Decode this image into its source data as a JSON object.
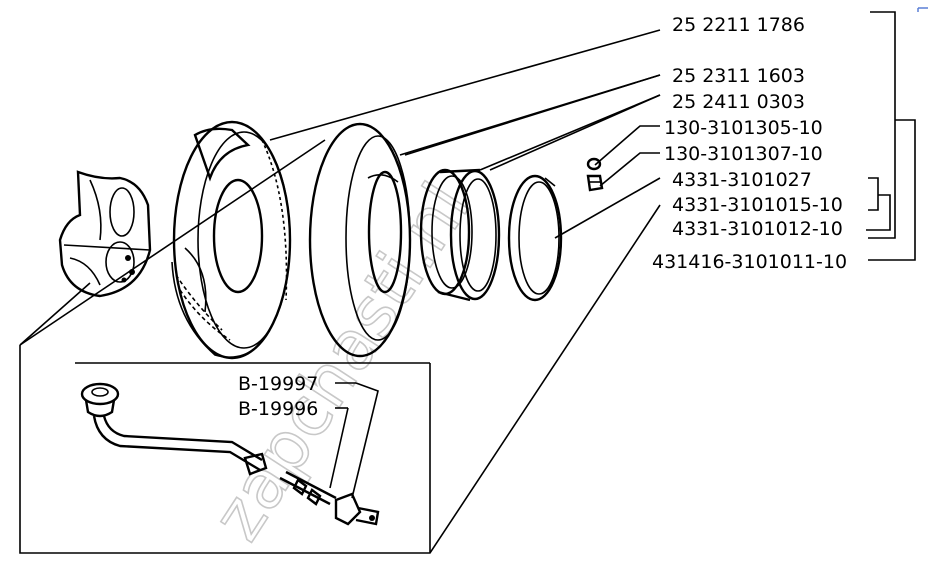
{
  "watermark": "zapchasti.nl",
  "labels": {
    "p1": "25 2211 1786",
    "p2": "25 2311 1603",
    "p3": "25 2411 0303",
    "p4": "130-3101305-10",
    "p5": "130-3101307-10",
    "p6": "4331-3101027",
    "p7": "4331-3101015-10",
    "p8": "4331-3101012-10",
    "p9": "431416-3101011-10",
    "p10": "B-19997",
    "p11": "B-19996"
  }
}
